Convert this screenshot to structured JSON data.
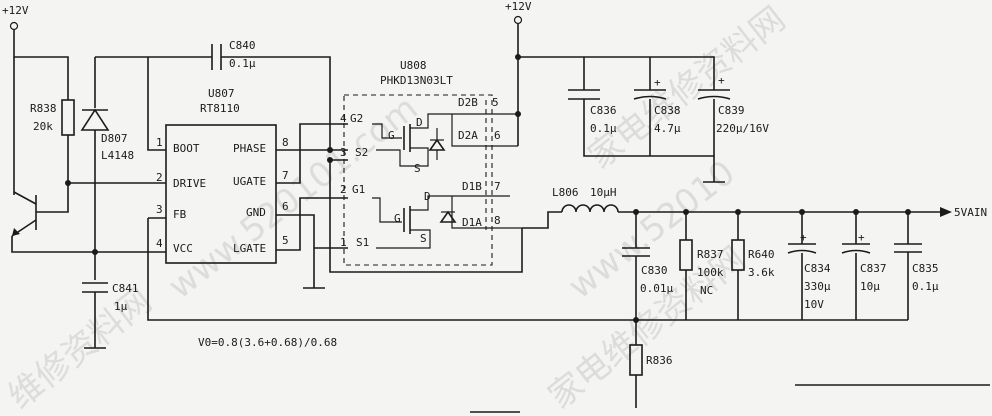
{
  "power": {
    "vcc_left": "+12V",
    "vcc_top": "+12V"
  },
  "ic_u807": {
    "ref": "U807",
    "part": "RT8110",
    "pins": {
      "boot": "BOOT",
      "drive": "DRIVE",
      "fb": "FB",
      "vcc": "VCC",
      "phase": "PHASE",
      "ugate": "UGATE",
      "gnd": "GND",
      "lgate": "LGATE"
    },
    "pin_numbers": [
      "1",
      "2",
      "3",
      "4",
      "8",
      "7",
      "6",
      "5"
    ]
  },
  "ic_u808": {
    "ref": "U808",
    "part": "PHKD13N03LT",
    "labels": {
      "g2": "G2",
      "s2": "S2",
      "g1": "G1",
      "s1": "S1",
      "d2b": "D2B",
      "d2a": "D2A",
      "d1b": "D1B",
      "d1a": "D1A",
      "g": "G",
      "d": "D",
      "s": "S"
    },
    "pin_numbers": [
      "4",
      "3",
      "2",
      "1",
      "5",
      "6",
      "7",
      "8"
    ]
  },
  "components": {
    "r838": {
      "ref": "R838",
      "value": "20k"
    },
    "d807": {
      "ref": "D807",
      "value": "L4148"
    },
    "c840": {
      "ref": "C840",
      "value": "0.1μ"
    },
    "c841": {
      "ref": "C841",
      "value": "1μ"
    },
    "c836": {
      "ref": "C836",
      "value": "0.1μ"
    },
    "c838": {
      "ref": "C838",
      "value": "4.7μ"
    },
    "c839": {
      "ref": "C839",
      "value": "220μ/16V"
    },
    "l806": {
      "ref": "L806",
      "value": "10μH"
    },
    "c830": {
      "ref": "C830",
      "value": "0.01μ"
    },
    "r837": {
      "ref": "R837",
      "value": "100k",
      "note": "NC"
    },
    "r640": {
      "ref": "R640",
      "value": "3.6k"
    },
    "c834": {
      "ref": "C834",
      "value": "330μ",
      "rating": "10V"
    },
    "c837": {
      "ref": "C837",
      "value": "10μ"
    },
    "c835": {
      "ref": "C835",
      "value": "0.1μ"
    },
    "r836": {
      "ref": "R836"
    }
  },
  "output": {
    "label": "5VAIN"
  },
  "formula": "V0=0.8(3.6+0.68)/0.68",
  "watermarks": [
    "家电维修资料网",
    "www.520101.com",
    "维修资料网",
    "www.52010",
    "家电维修资料网"
  ]
}
